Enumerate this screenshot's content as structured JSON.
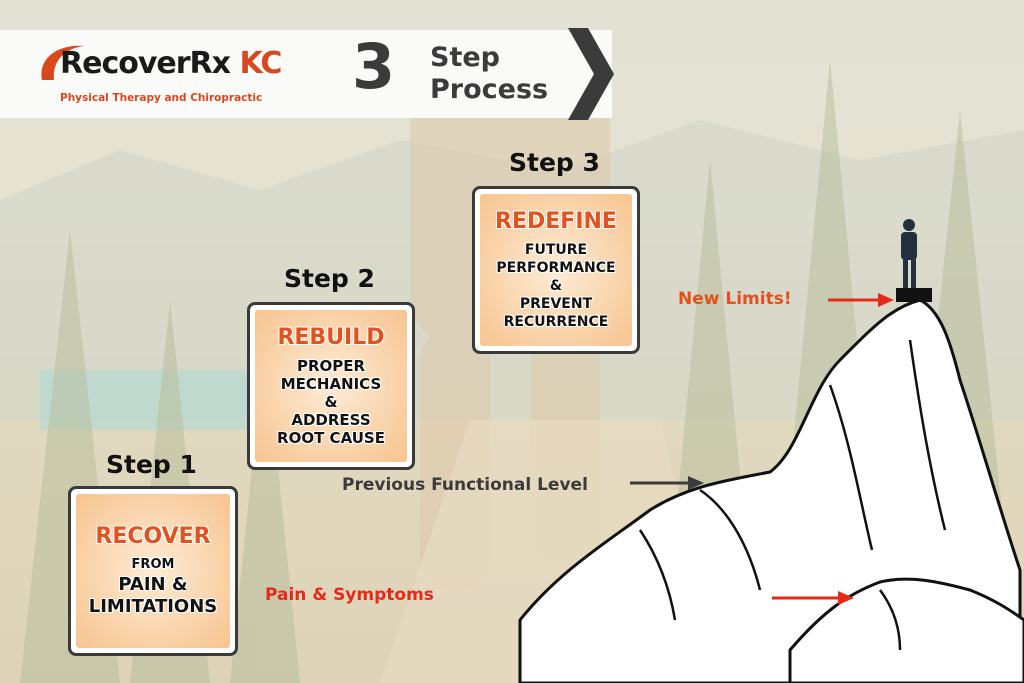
{
  "logo": {
    "name": "RecoverRx",
    "suffix": "KC",
    "tagline": "Physical Therapy and Chiropractic"
  },
  "header": {
    "number": "3",
    "title_line1": "Step",
    "title_line2": "Process"
  },
  "steps": [
    {
      "label": "Step 1",
      "heading": "RECOVER",
      "lines": [
        "FROM",
        "PAIN &",
        "LIMITATIONS"
      ]
    },
    {
      "label": "Step 2",
      "heading": "REBUILD",
      "lines": [
        "PROPER",
        "MECHANICS",
        "&",
        "ADDRESS",
        "ROOT CAUSE"
      ]
    },
    {
      "label": "Step 3",
      "heading": "REDEFINE",
      "lines": [
        "FUTURE",
        "PERFORMANCE",
        "&",
        "PREVENT",
        "RECURRENCE"
      ]
    }
  ],
  "annotations": {
    "new_limits": "New Limits!",
    "previous_level": "Previous Functional Level",
    "pain": "Pain & Symptoms"
  },
  "colors": {
    "accent": "#e2511e",
    "dark": "#3b3b3b",
    "arrow_red": "#e52a1a"
  }
}
